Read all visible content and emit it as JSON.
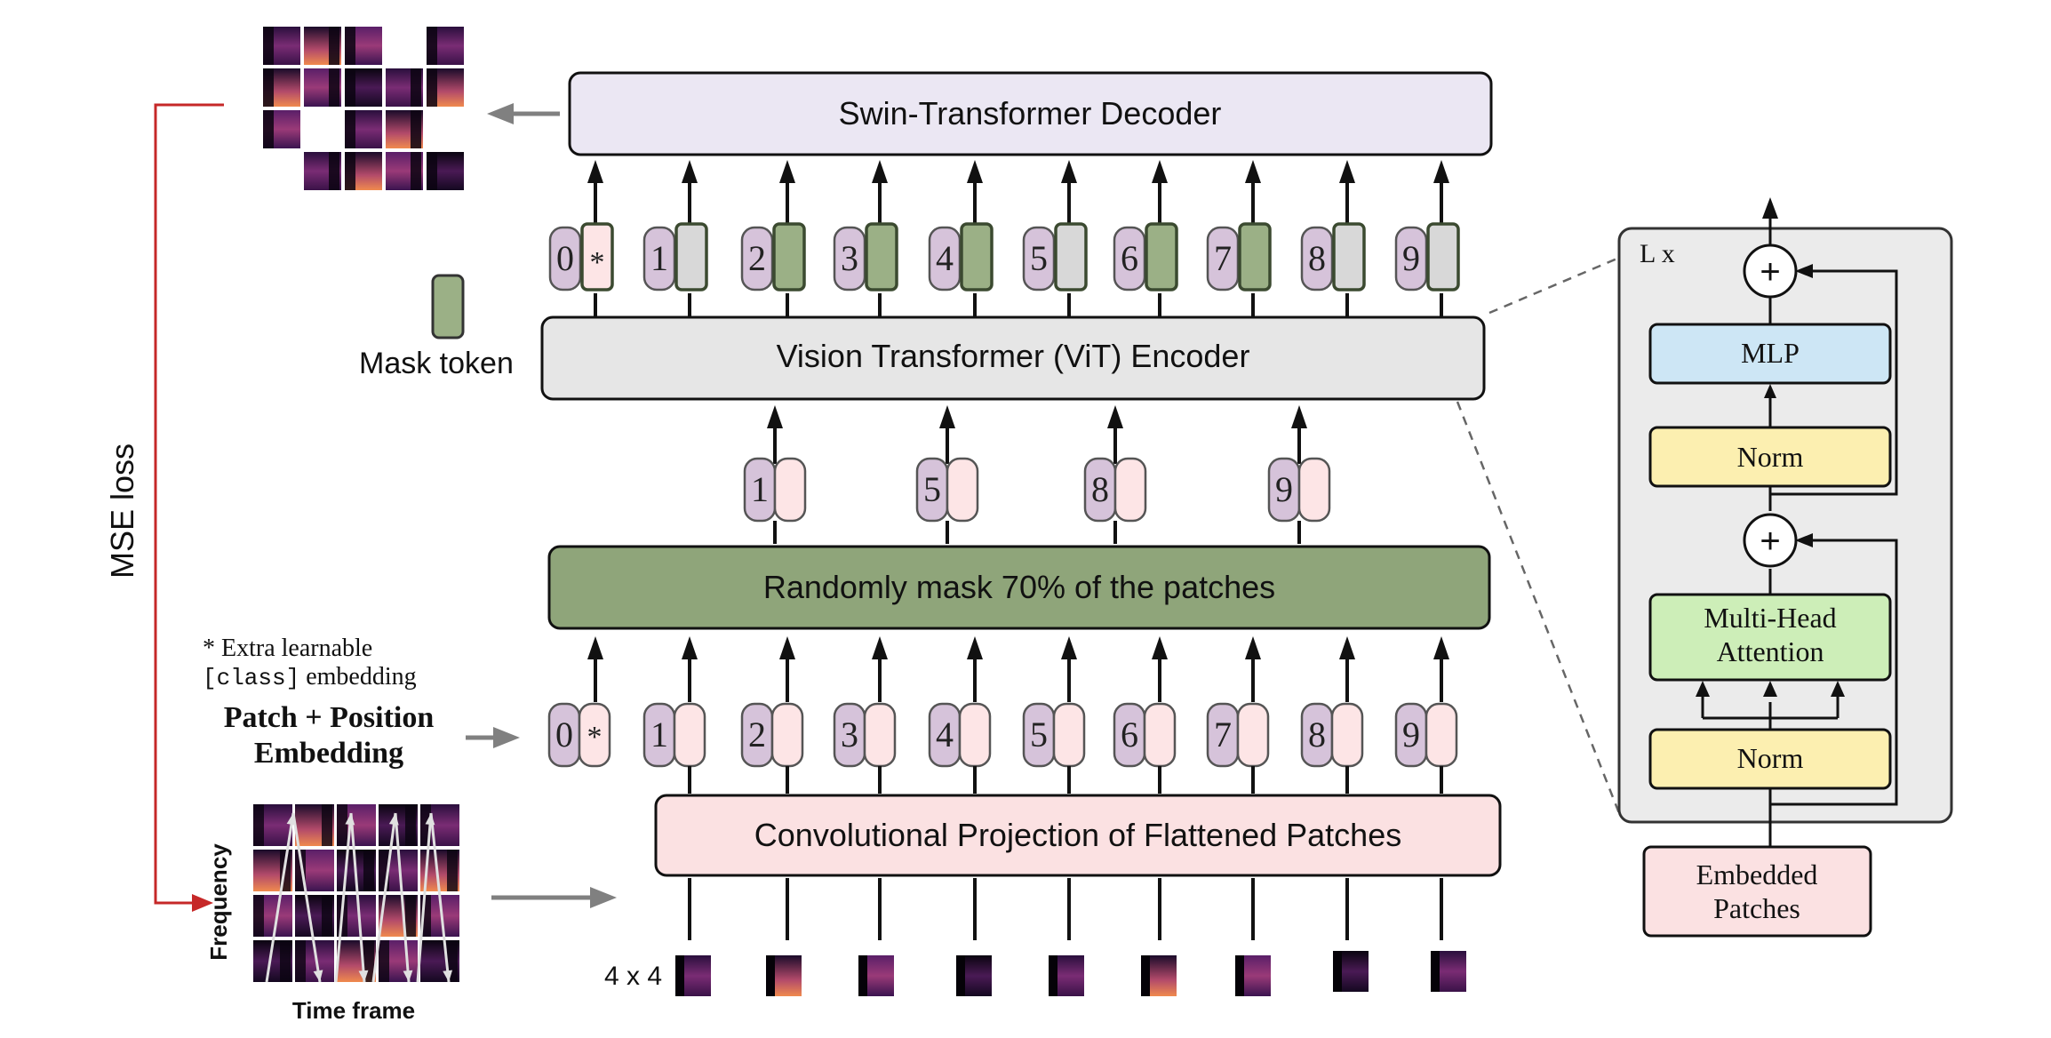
{
  "boxes": {
    "decoder": "Swin-Transformer Decoder",
    "encoder": "Vision Transformer (ViT) Encoder",
    "mask": "Randomly mask 70% of the patches",
    "conv": "Convolutional Projection of Flattened Patches"
  },
  "labels": {
    "mask_token": "Mask token",
    "mse_loss": "MSE loss",
    "extra_star": "* Extra learnable",
    "extra_class": "[class]",
    "extra_embedding": " embedding",
    "patch_pos_1": "Patch + Position",
    "patch_pos_2": "Embedding",
    "frequency": "Frequency",
    "time_frame": "Time frame",
    "patch_size": "4 x 4"
  },
  "tokens": {
    "class_index": "0",
    "class_symbol": "*",
    "indices": [
      "1",
      "2",
      "3",
      "4",
      "5",
      "6",
      "7",
      "8",
      "9"
    ],
    "visible": [
      "1",
      "5",
      "8",
      "9"
    ],
    "masked": [
      "2",
      "3",
      "4",
      "6",
      "7"
    ]
  },
  "block": {
    "repeat": "L x",
    "mlp": "MLP",
    "norm_top": "Norm",
    "attention_1": "Multi-Head",
    "attention_2": "Attention",
    "norm_bottom": "Norm",
    "input_1": "Embedded",
    "input_2": "Patches",
    "plus": "+"
  },
  "colors": {
    "decoder_fill": "#ebe7f3",
    "encoder_fill": "#e6e6e6",
    "mask_fill": "#8fa57a",
    "conv_fill": "#fbe1e2",
    "position_token": "#d6c3da",
    "patch_token": "#fde5e6",
    "mask_token": "#9bb086",
    "reconstructed_token": "#d8d8d8",
    "mlp_fill": "#cde6f5",
    "norm_fill": "#fcefb0",
    "attention_fill": "#cdeeb8",
    "block_bg": "#ebebeb",
    "loss_line": "#c62828"
  }
}
